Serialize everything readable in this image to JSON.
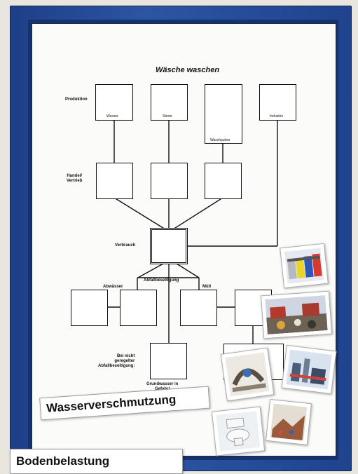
{
  "poster": {
    "title": "Wäsche waschen",
    "rows": {
      "produktion": "Produktion",
      "handel": "Handel/\nVertrieb",
      "verbrauch": "Verbrauch",
      "abwasser": "Abwässer",
      "abfall": "Abfallbeseitigung",
      "muell": "Müll",
      "nicht_geregelt": "Bei nicht\ngeregelter\nAbfallbeseitigung:",
      "grundwasser": "Grundwasser in\nGefahr!"
    },
    "box_labels": {
      "wasser": "Wasser",
      "strom": "Strom",
      "waschpulver": "Waschpulver",
      "industrie": "Industrie"
    }
  },
  "strips": {
    "wasserverschmutzung": "Wasserverschmutzung",
    "bodenbelastung": "Bodenbelastung"
  },
  "cards": [
    {
      "subject": "recycling-bins-picture"
    },
    {
      "subject": "waste-dump-picture"
    },
    {
      "subject": "sewer-pipes-picture"
    },
    {
      "subject": "factory-picture"
    },
    {
      "subject": "toilet-picture"
    },
    {
      "subject": "littered-landscape-picture"
    }
  ]
}
